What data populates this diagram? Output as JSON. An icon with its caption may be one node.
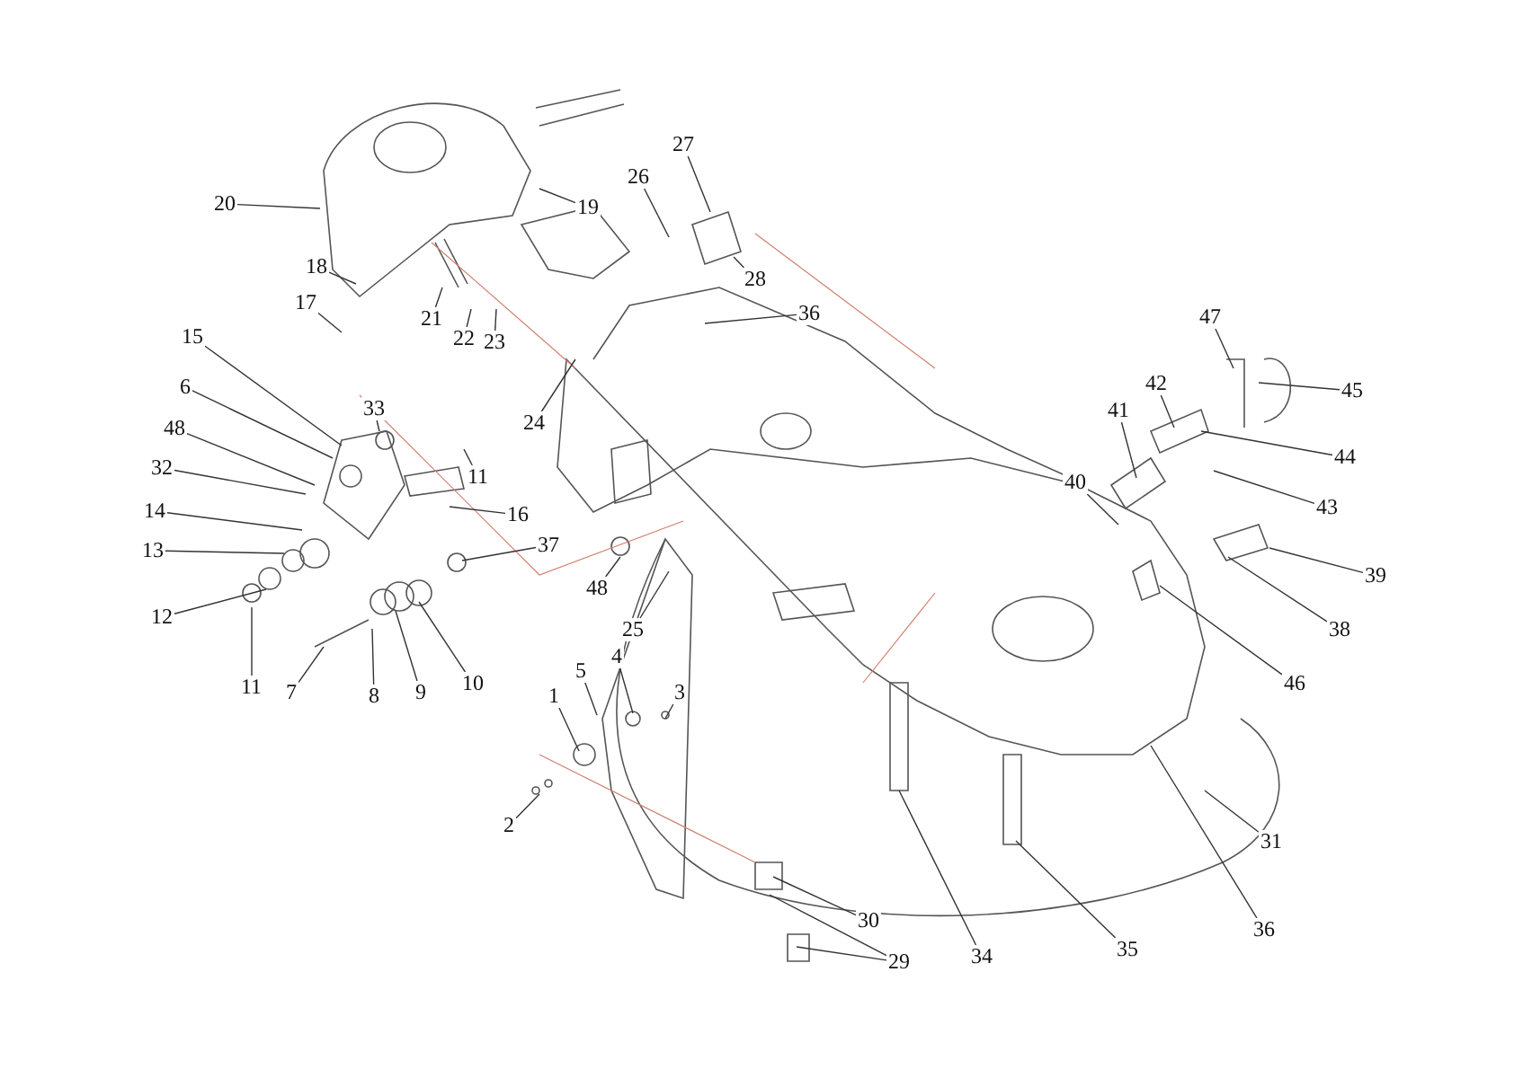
{
  "diagram": {
    "nodes": [
      {
        "text": [
          "20"
        ]
      },
      {
        "text": [
          "19"
        ]
      },
      {
        "text": [
          "27"
        ]
      },
      {
        "text": [
          "26"
        ]
      },
      {
        "text": [
          "28"
        ]
      },
      {
        "text": [
          "18"
        ]
      },
      {
        "text": [
          "17"
        ]
      },
      {
        "text": [
          "21"
        ]
      },
      {
        "text": [
          "22"
        ]
      },
      {
        "text": [
          "23"
        ]
      },
      {
        "text": [
          "36"
        ]
      },
      {
        "text": [
          "15"
        ]
      },
      {
        "text": [
          "6"
        ]
      },
      {
        "text": [
          "33"
        ]
      },
      {
        "text": [
          "48"
        ]
      },
      {
        "text": [
          "32"
        ]
      },
      {
        "text": [
          "11"
        ]
      },
      {
        "text": [
          "16"
        ]
      },
      {
        "text": [
          "14"
        ]
      },
      {
        "text": [
          "13"
        ]
      },
      {
        "text": [
          "12"
        ]
      },
      {
        "text": [
          "11"
        ]
      },
      {
        "text": [
          "7"
        ]
      },
      {
        "text": [
          "8"
        ]
      },
      {
        "text": [
          "9"
        ]
      },
      {
        "text": [
          "10"
        ]
      },
      {
        "text": [
          "37"
        ]
      },
      {
        "text": [
          "48"
        ]
      },
      {
        "text": [
          "25"
        ]
      },
      {
        "text": [
          "24"
        ]
      },
      {
        "text": [
          "47"
        ]
      },
      {
        "text": [
          "45"
        ]
      },
      {
        "text": [
          "42"
        ]
      },
      {
        "text": [
          "41"
        ]
      },
      {
        "text": [
          "44"
        ]
      },
      {
        "text": [
          "43"
        ]
      },
      {
        "text": [
          "40"
        ]
      },
      {
        "text": [
          "39"
        ]
      },
      {
        "text": [
          "38"
        ]
      },
      {
        "text": [
          "46"
        ]
      },
      {
        "text": [
          "1"
        ]
      },
      {
        "text": [
          "5"
        ]
      },
      {
        "text": [
          "4"
        ]
      },
      {
        "text": [
          "3"
        ]
      },
      {
        "text": [
          "2"
        ]
      },
      {
        "text": [
          "30"
        ]
      },
      {
        "text": [
          "29"
        ]
      },
      {
        "text": [
          "34"
        ]
      },
      {
        "text": [
          "35"
        ]
      },
      {
        "text": [
          "36"
        ]
      },
      {
        "text": [
          "31"
        ]
      }
    ],
    "edges": [
      {
        "from": 0,
        "to": null,
        "arrow": "none"
      },
      {
        "from": 1,
        "to": null,
        "arrow": "none"
      },
      {
        "from": 2,
        "to": null,
        "arrow": "none"
      },
      {
        "from": 3,
        "to": null,
        "arrow": "none"
      },
      {
        "from": 4,
        "to": null,
        "arrow": "none"
      },
      {
        "from": 5,
        "to": null,
        "arrow": "none"
      },
      {
        "from": 6,
        "to": null,
        "arrow": "none"
      },
      {
        "from": 7,
        "to": null,
        "arrow": "none"
      },
      {
        "from": 8,
        "to": null,
        "arrow": "none"
      },
      {
        "from": 9,
        "to": null,
        "arrow": "none"
      },
      {
        "from": 10,
        "to": null,
        "arrow": "none"
      },
      {
        "from": 11,
        "to": null,
        "arrow": "none"
      },
      {
        "from": 12,
        "to": null,
        "arrow": "none"
      },
      {
        "from": 13,
        "to": null,
        "arrow": "none"
      },
      {
        "from": 14,
        "to": null,
        "arrow": "none"
      },
      {
        "from": 15,
        "to": null,
        "arrow": "none"
      },
      {
        "from": 16,
        "to": null,
        "arrow": "none"
      },
      {
        "from": 17,
        "to": null,
        "arrow": "none"
      },
      {
        "from": 18,
        "to": null,
        "arrow": "none"
      },
      {
        "from": 19,
        "to": null,
        "arrow": "none"
      },
      {
        "from": 20,
        "to": null,
        "arrow": "none"
      },
      {
        "from": 21,
        "to": null,
        "arrow": "none"
      },
      {
        "from": 22,
        "to": null,
        "arrow": "none"
      },
      {
        "from": 23,
        "to": null,
        "arrow": "none"
      },
      {
        "from": 24,
        "to": null,
        "arrow": "none"
      },
      {
        "from": 25,
        "to": null,
        "arrow": "none"
      },
      {
        "from": 26,
        "to": null,
        "arrow": "none"
      },
      {
        "from": 27,
        "to": null,
        "arrow": "none"
      },
      {
        "from": 28,
        "to": null,
        "arrow": "none"
      },
      {
        "from": 29,
        "to": null,
        "arrow": "none"
      },
      {
        "from": 30,
        "to": null,
        "arrow": "none"
      },
      {
        "from": 31,
        "to": null,
        "arrow": "none"
      },
      {
        "from": 32,
        "to": null,
        "arrow": "none"
      },
      {
        "from": 33,
        "to": null,
        "arrow": "none"
      },
      {
        "from": 34,
        "to": null,
        "arrow": "none"
      },
      {
        "from": 35,
        "to": null,
        "arrow": "none"
      },
      {
        "from": 36,
        "to": null,
        "arrow": "none"
      },
      {
        "from": 37,
        "to": null,
        "arrow": "none"
      },
      {
        "from": 38,
        "to": null,
        "arrow": "none"
      },
      {
        "from": 39,
        "to": null,
        "arrow": "none"
      },
      {
        "from": 40,
        "to": null,
        "arrow": "none"
      },
      {
        "from": 41,
        "to": null,
        "arrow": "none"
      },
      {
        "from": 42,
        "to": null,
        "arrow": "none"
      },
      {
        "from": 43,
        "to": null,
        "arrow": "none"
      },
      {
        "from": 44,
        "to": null,
        "arrow": "none"
      },
      {
        "from": 45,
        "to": null,
        "arrow": "none"
      },
      {
        "from": 46,
        "to": null,
        "arrow": "none"
      },
      {
        "from": 46,
        "to": null,
        "arrow": "none"
      },
      {
        "from": 47,
        "to": null,
        "arrow": "none"
      },
      {
        "from": 48,
        "to": null,
        "arrow": "none"
      },
      {
        "from": 49,
        "to": null,
        "arrow": "none"
      },
      {
        "from": 50,
        "to": null,
        "arrow": "none"
      }
    ]
  }
}
